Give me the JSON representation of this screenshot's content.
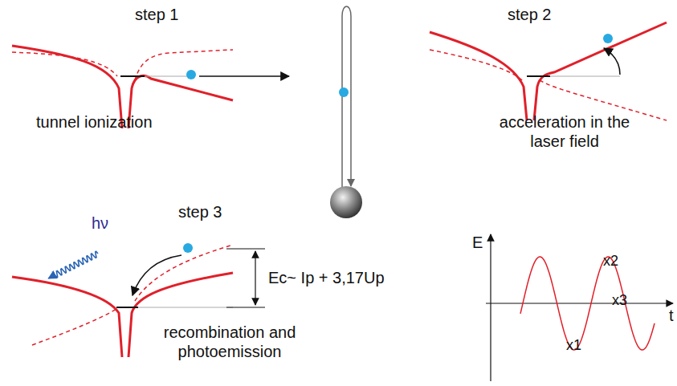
{
  "diagram": {
    "labels": [
      "step 1",
      "tunnel ionization",
      "step 2",
      "acceleration in the laser field",
      "hν",
      "step 3",
      "Ec~ Ip + 3,17Up",
      "recombination and photoemission",
      "E",
      "t",
      "x2",
      "x3",
      "x1"
    ]
  }
}
